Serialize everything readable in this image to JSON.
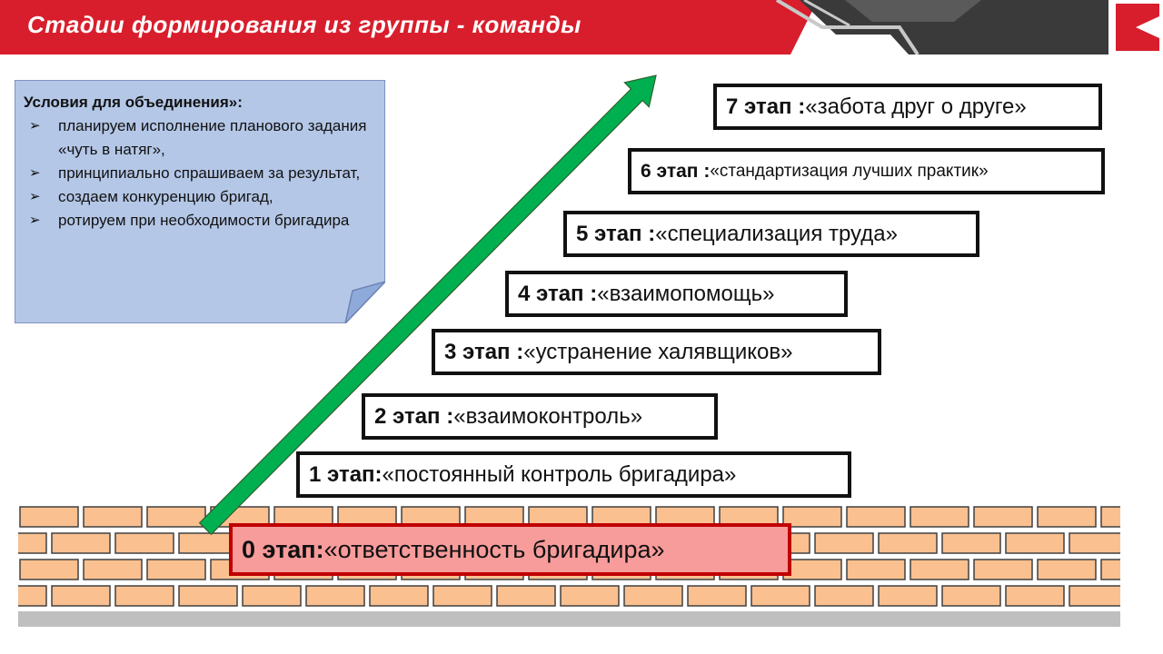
{
  "header": {
    "title": "Стадии формирования из группы - команды",
    "bar_color": "#d81e2c",
    "accent_color": "#3a3a3a"
  },
  "note": {
    "title": "Условия для объединения»:",
    "bullet": "➢",
    "items": [
      "планируем исполнение планового задания «чуть в натяг»,",
      "принципиально спрашиваем за результат,",
      "создаем конкуренцию бригад,",
      "ротируем при необходимости бригадира"
    ],
    "color": "#b4c7e7"
  },
  "stages": [
    {
      "num": "0 этап:",
      "desc": " «ответственность бригадира»"
    },
    {
      "num": "1 этап:",
      "desc": " «постоянный контроль бригадира»"
    },
    {
      "num": "2 этап :",
      "desc": " «взаимоконтроль»"
    },
    {
      "num": "3 этап :",
      "desc": " «устранение халявщиков»"
    },
    {
      "num": "4 этап :",
      "desc": " «взаимопомощь»"
    },
    {
      "num": "5 этап :",
      "desc": " «специализация труда»"
    },
    {
      "num": "6 этап :",
      "desc": " «стандартизация лучших практик»"
    },
    {
      "num": "7 этап :",
      "desc": " «забота друг о друге»"
    }
  ],
  "colors": {
    "brick": "#fac090",
    "brick_outline": "#404040",
    "arrow": "#00b050",
    "ground": "#bfbfbf"
  }
}
